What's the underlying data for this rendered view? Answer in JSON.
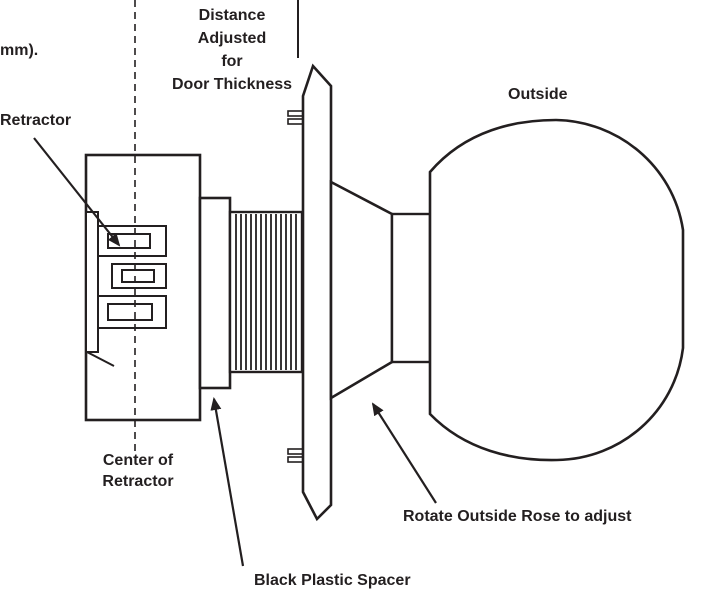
{
  "colors": {
    "line": "#231f20",
    "background": "#ffffff"
  },
  "labels": {
    "measurement_partial": "mm).",
    "distance_adjusted": "Distance\nAdjusted\nfor\nDoor Thickness",
    "retractor": "Retractor",
    "outside": "Outside",
    "center_of_retractor": "Center of\nRetractor",
    "black_plastic_spacer": "Black Plastic Spacer",
    "rotate_outside_rose": "Rotate Outside Rose to adjust"
  }
}
